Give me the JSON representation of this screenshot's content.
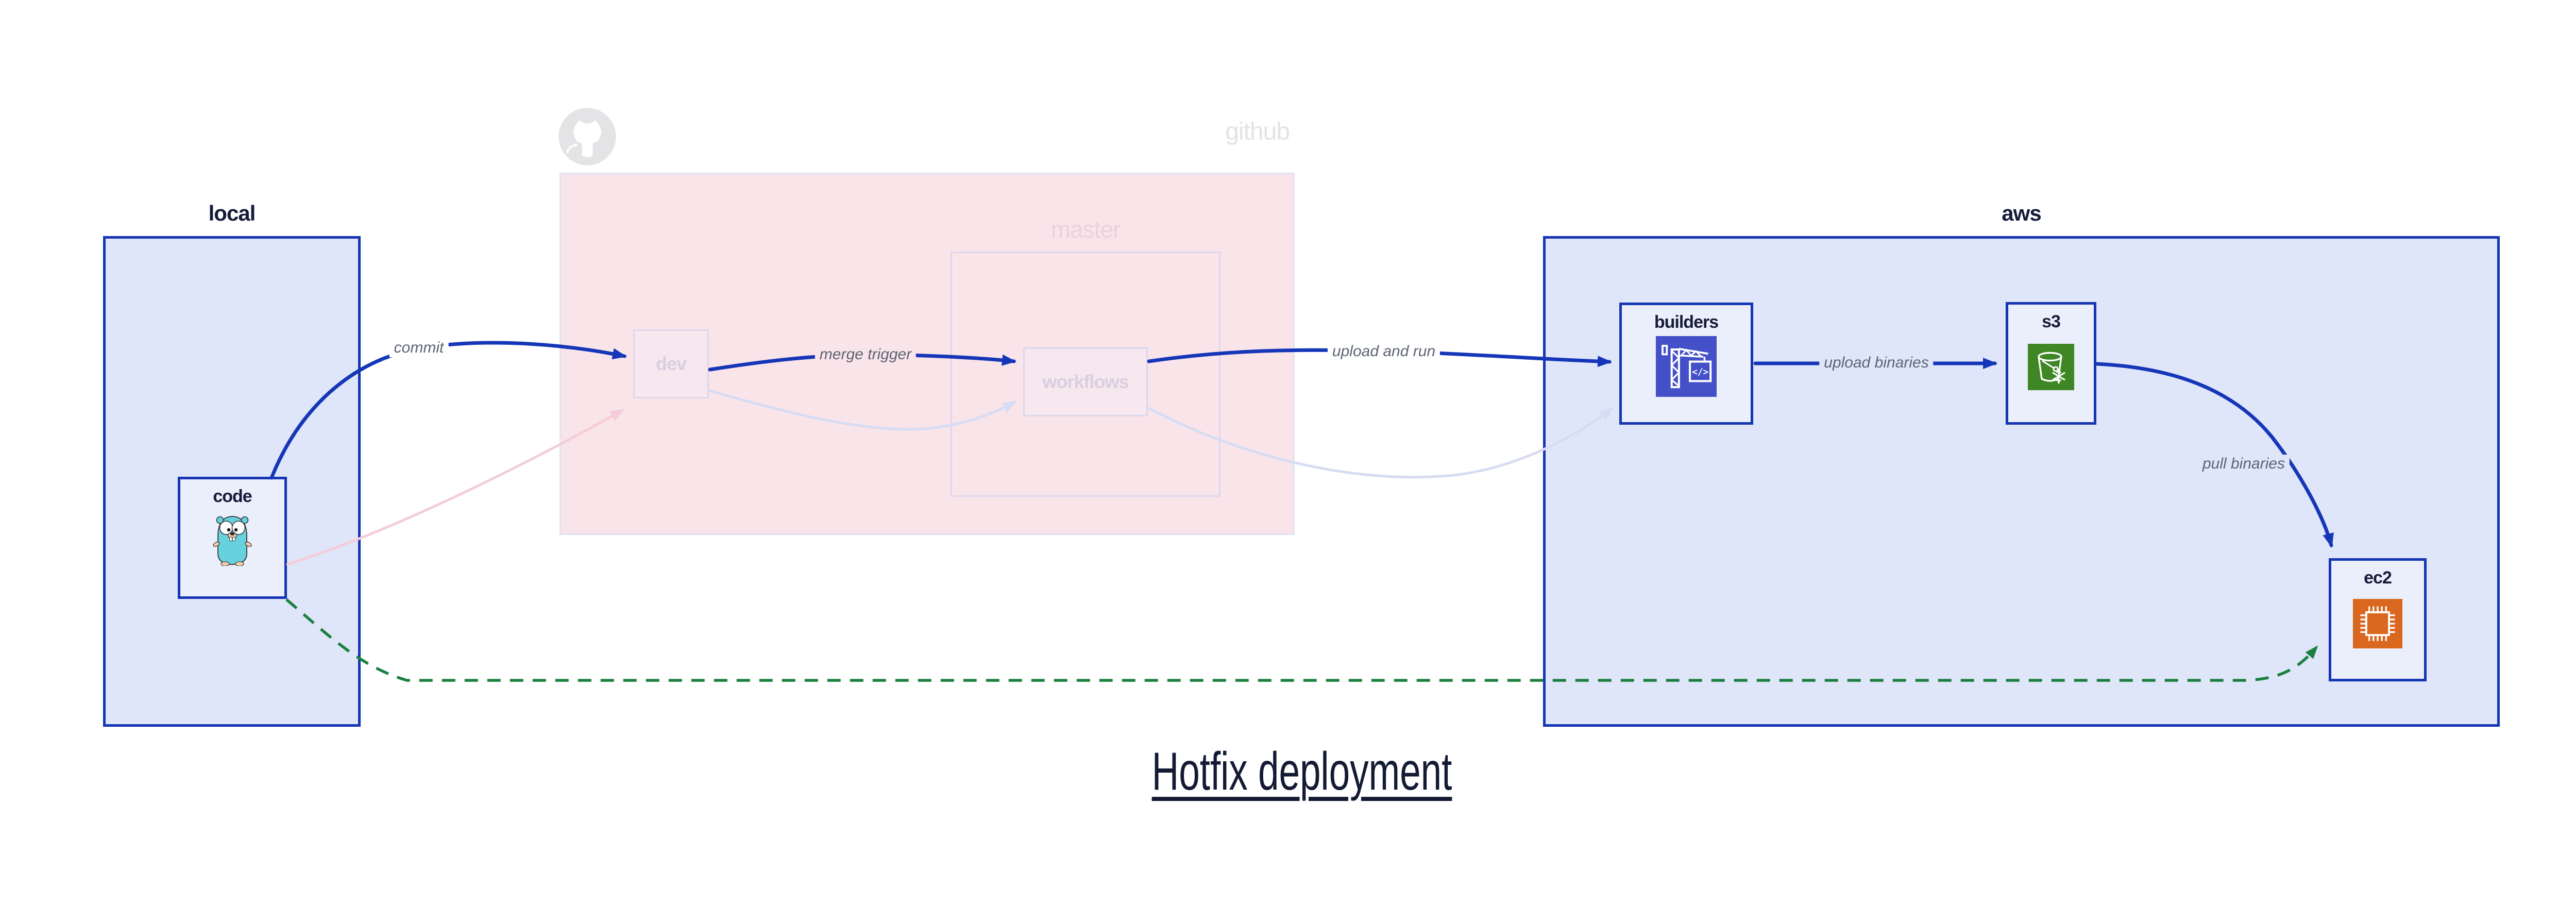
{
  "title": "Hotfix deployment",
  "groups": {
    "local": {
      "label": "local"
    },
    "github": {
      "label": "github"
    },
    "master": {
      "label": "master"
    },
    "aws": {
      "label": "aws"
    }
  },
  "nodes": {
    "code": {
      "label": "code",
      "icon": "go-gopher-icon"
    },
    "dev": {
      "label": "dev"
    },
    "workflows": {
      "label": "workflows"
    },
    "builders": {
      "label": "builders",
      "icon": "codebuild-crane-icon"
    },
    "s3": {
      "label": "s3",
      "icon": "s3-bucket-snowflake-icon"
    },
    "ec2": {
      "label": "ec2",
      "icon": "ec2-chip-icon"
    }
  },
  "edges": {
    "commit": {
      "label": "commit",
      "from": "code",
      "to": "dev",
      "style": "solid-blue"
    },
    "merge_trigger": {
      "label": "merge trigger",
      "from": "dev",
      "to": "workflows",
      "style": "solid-blue"
    },
    "upload_and_run": {
      "label": "upload and run",
      "from": "workflows",
      "to": "builders",
      "style": "solid-blue"
    },
    "upload_binaries": {
      "label": "upload binaries",
      "from": "builders",
      "to": "s3",
      "style": "solid-blue"
    },
    "pull_binaries": {
      "label": "pull binaries",
      "from": "s3",
      "to": "ec2",
      "style": "solid-blue"
    },
    "hotfix_copy": {
      "label": "",
      "from": "code",
      "to": "ec2",
      "style": "dashed-green"
    },
    "faded_code_dev": {
      "label": "",
      "from": "code",
      "to": "dev",
      "style": "faded-pink"
    },
    "faded_dev_workflows": {
      "label": "",
      "from": "dev",
      "to": "workflows",
      "style": "faded-lavender"
    },
    "faded_workflows_builders": {
      "label": "",
      "from": "workflows",
      "to": "builders",
      "style": "faded-lavender"
    }
  },
  "colors": {
    "active_edge_blue": "#1636b8",
    "container_border_blue": "#1535b3",
    "container_fill_blue": "#dfe6f9",
    "node_fill": "#ebeffc",
    "github_fill": "#f9e4ea",
    "github_border": "#dfe3f4",
    "master_border": "#ddd7ec",
    "faded_node_fill": "#f7e8ef",
    "faded_label": "#d9cfe0",
    "faded_pink_edge": "#f4cdd9",
    "faded_lavender_edge": "#d7dcf2",
    "hotfix_green": "#1b7f3f",
    "label_dark": "#151c38",
    "edge_label_gray": "#5d6472",
    "octocat_gray": "#e4e4e6",
    "builders_icon_bg": "#4450c8",
    "s3_icon_bg": "#3f8624",
    "ec2_icon_bg": "#d9671d",
    "gopher_teal": "#67d2dd"
  }
}
